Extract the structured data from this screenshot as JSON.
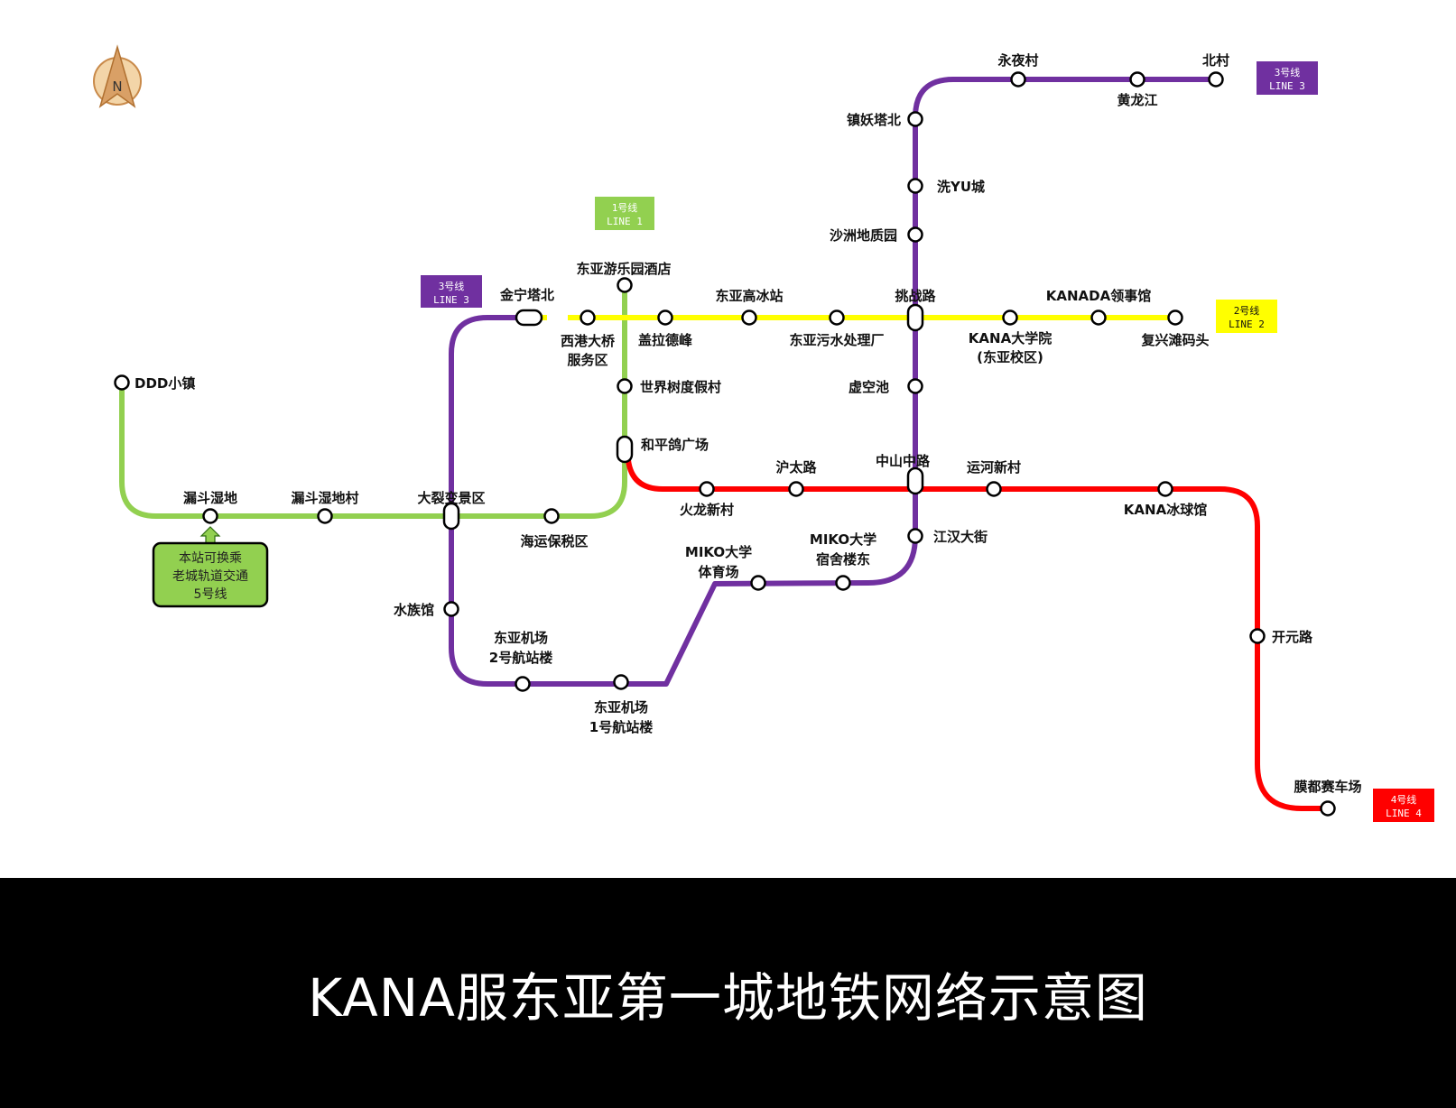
{
  "title": "KANA服东亚第一城地铁网络示意图",
  "compass": {
    "letter": "N"
  },
  "colors": {
    "line1": "#92d050",
    "line2": "#ffff00",
    "line3": "#7030a0",
    "line4": "#ff0000"
  },
  "lines": {
    "line1": {
      "badge_cn": "1号线",
      "badge_en": "LINE 1"
    },
    "line2": {
      "badge_cn": "2号线",
      "badge_en": "LINE 2"
    },
    "line3": {
      "badge_cn": "3号线",
      "badge_en": "LINE 3"
    },
    "line4": {
      "badge_cn": "4号线",
      "badge_en": "LINE 4"
    }
  },
  "transfer_note": {
    "line1": "本站可换乘",
    "line2": "老城轨道交通",
    "line3": "5号线"
  },
  "stations": {
    "ddd": "DDD小镇",
    "loudou": "漏斗湿地",
    "loudoucun": "漏斗湿地村",
    "dalie": "大裂变景区",
    "haiyun": "海运保税区",
    "heping": "和平鸽广场",
    "shijie": "世界树度假村",
    "leyuan": "东亚游乐园酒店",
    "jinning": "金宁塔北",
    "xigang_1": "西港大桥",
    "xigang_2": "服务区",
    "gailade": "盖拉德峰",
    "gaobing": "东亚高冰站",
    "wushui": "东亚污水处理厂",
    "tiaozhan": "挑战路",
    "kanadx_1": "KANA大学院",
    "kanadx_2": "(东亚校区)",
    "lingshi": "KANADA领事馆",
    "fuxing": "复兴滩码头",
    "zhenyao": "镇妖塔北",
    "xiyu": "洗YU城",
    "shazhou": "沙洲地质园",
    "yongye": "永夜村",
    "huanglong": "黄龙江",
    "beicun": "北村",
    "xukong": "虚空池",
    "zhongshan": "中山中路",
    "jianghan": "江汉大街",
    "shuizu": "水族馆",
    "t2_1": "东亚机场",
    "t2_2": "2号航站楼",
    "t1_1": "东亚机场",
    "t1_2": "1号航站楼",
    "tiyu_1": "MIKO大学",
    "tiyu_2": "体育场",
    "sushe_1": "MIKO大学",
    "sushe_2": "宿舍楼东",
    "huolong": "火龙新村",
    "hutai": "沪太路",
    "yunhe": "运河新村",
    "bingqiu": "KANA冰球馆",
    "kaiyuan": "开元路",
    "saiche": "膜都赛车场"
  }
}
